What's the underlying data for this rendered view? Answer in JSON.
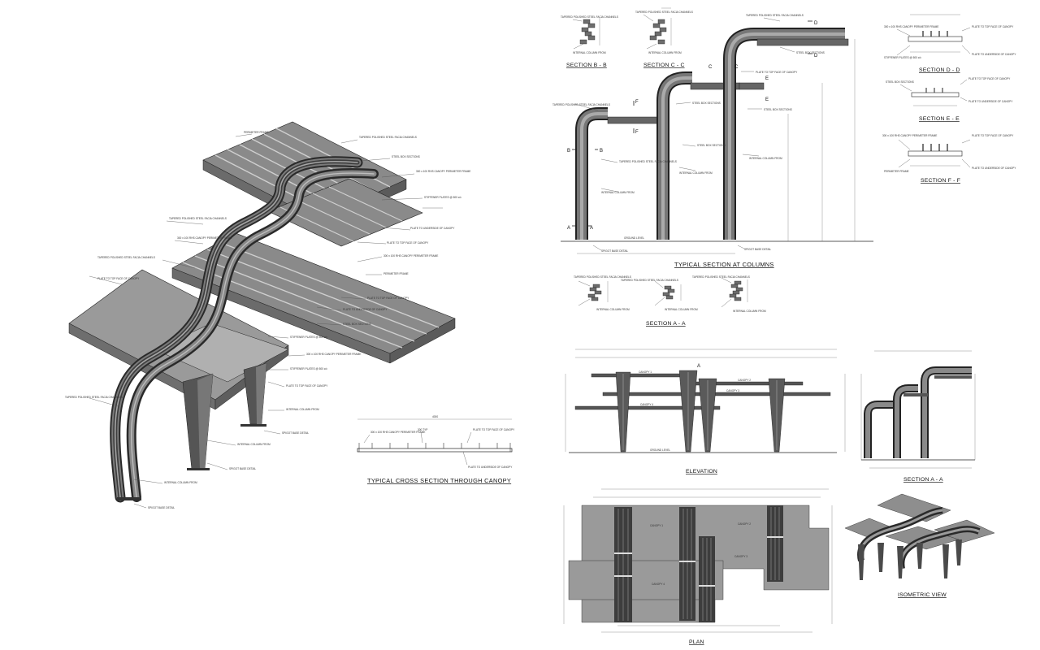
{
  "titles": {
    "section_b": "SECTION B - B",
    "section_c": "SECTION C - C",
    "section_d": "SECTION D - D",
    "section_e": "SECTION E - E",
    "section_f": "SECTION F - F",
    "typical_section": "TYPICAL SECTION AT COLUMNS",
    "section_a_row": "SECTION A - A",
    "cross_section": "TYPICAL CROSS SECTION THROUGH CANOPY",
    "elevation": "ELEVATION",
    "section_a_small": "SECTION A - A",
    "plan": "PLAN",
    "isometric": "ISOMETRIC VIEW"
  },
  "section_tags": {
    "a": "A",
    "b": "B",
    "c": "C",
    "d": "D",
    "e": "E",
    "f": "F"
  },
  "labels": {
    "ground_level": "GROUND LEVEL",
    "canopy_1": "CANOPY 1",
    "canopy_2": "CANOPY 2",
    "canopy_3": "CANOPY 3",
    "canopy_4": "CANOPY 4",
    "spigot_base_detail": "SPIGOT BASE DETAIL",
    "perimeter_frame": "PERIMETER FRAME",
    "stiffener_plates": "STIFFENER PLATES @ 500 c/c",
    "plate_to_underside": "PLATE TO UNDERSIDE OF CANOPY",
    "plate_to_top": "PLATE TO TOP FACE OF CANOPY",
    "internal_column": "INTERNAL COLUMN FROM",
    "box_sections": "STEEL BOX SECTIONS",
    "rhs_perimeter": "300 x 100 RHS CANOPY PERIMETER FRAME",
    "tapered_channels": "TAPERED POLISHED STEEL FACIA CHANNELS",
    "dim_4000": "4000",
    "dim_300": "300 TYP"
  },
  "colors": {
    "ink": "#111111",
    "steel_dark": "#3a3a3a",
    "steel_mid": "#6f6f6f",
    "steel_light": "#9d9d9d",
    "canopy_grey": "#8c8c8c",
    "canopy_top": "#a8a8a8",
    "plan_grey": "#9a9a9a"
  }
}
